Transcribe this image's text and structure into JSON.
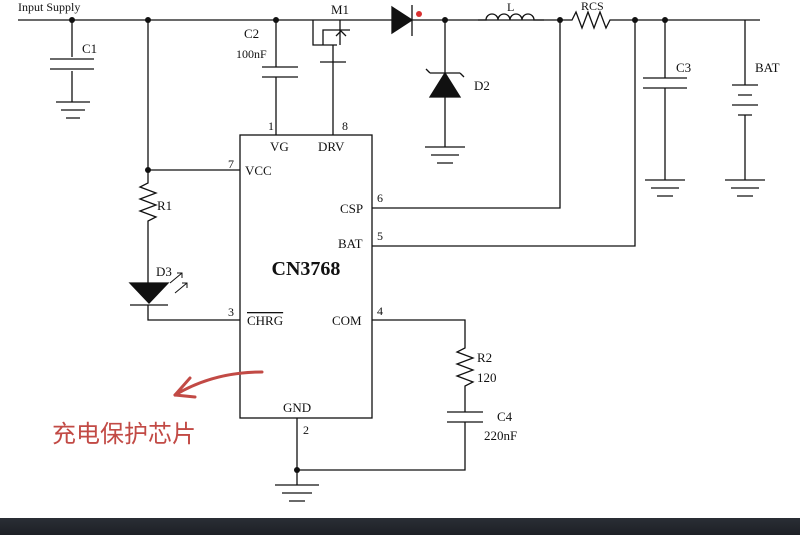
{
  "diagram": {
    "source_label": "Input Supply",
    "ic": {
      "name": "CN3768",
      "pins": [
        {
          "num": "1",
          "name": "VG"
        },
        {
          "num": "8",
          "name": "DRV"
        },
        {
          "num": "7",
          "name": "VCC"
        },
        {
          "num": "6",
          "name": "CSP"
        },
        {
          "num": "5",
          "name": "BAT"
        },
        {
          "num": "3",
          "name": "CHRG"
        },
        {
          "num": "4",
          "name": "COM"
        },
        {
          "num": "2",
          "name": "GND"
        }
      ]
    },
    "components": {
      "c1": "C1",
      "c2": "C2",
      "c2_value": "100nF",
      "m1": "M1",
      "l": "L",
      "rcs": "RCS",
      "d2": "D2",
      "c3": "C3",
      "bat": "BAT",
      "r1": "R1",
      "d3": "D3",
      "r2": "R2",
      "r2_value": "120",
      "c4": "C4",
      "c4_value": "220nF"
    },
    "annotation": "充电保护芯片",
    "colors": {
      "wire": "#111111",
      "annotation": "#c24a45",
      "diode_mark": "#d93030"
    }
  }
}
